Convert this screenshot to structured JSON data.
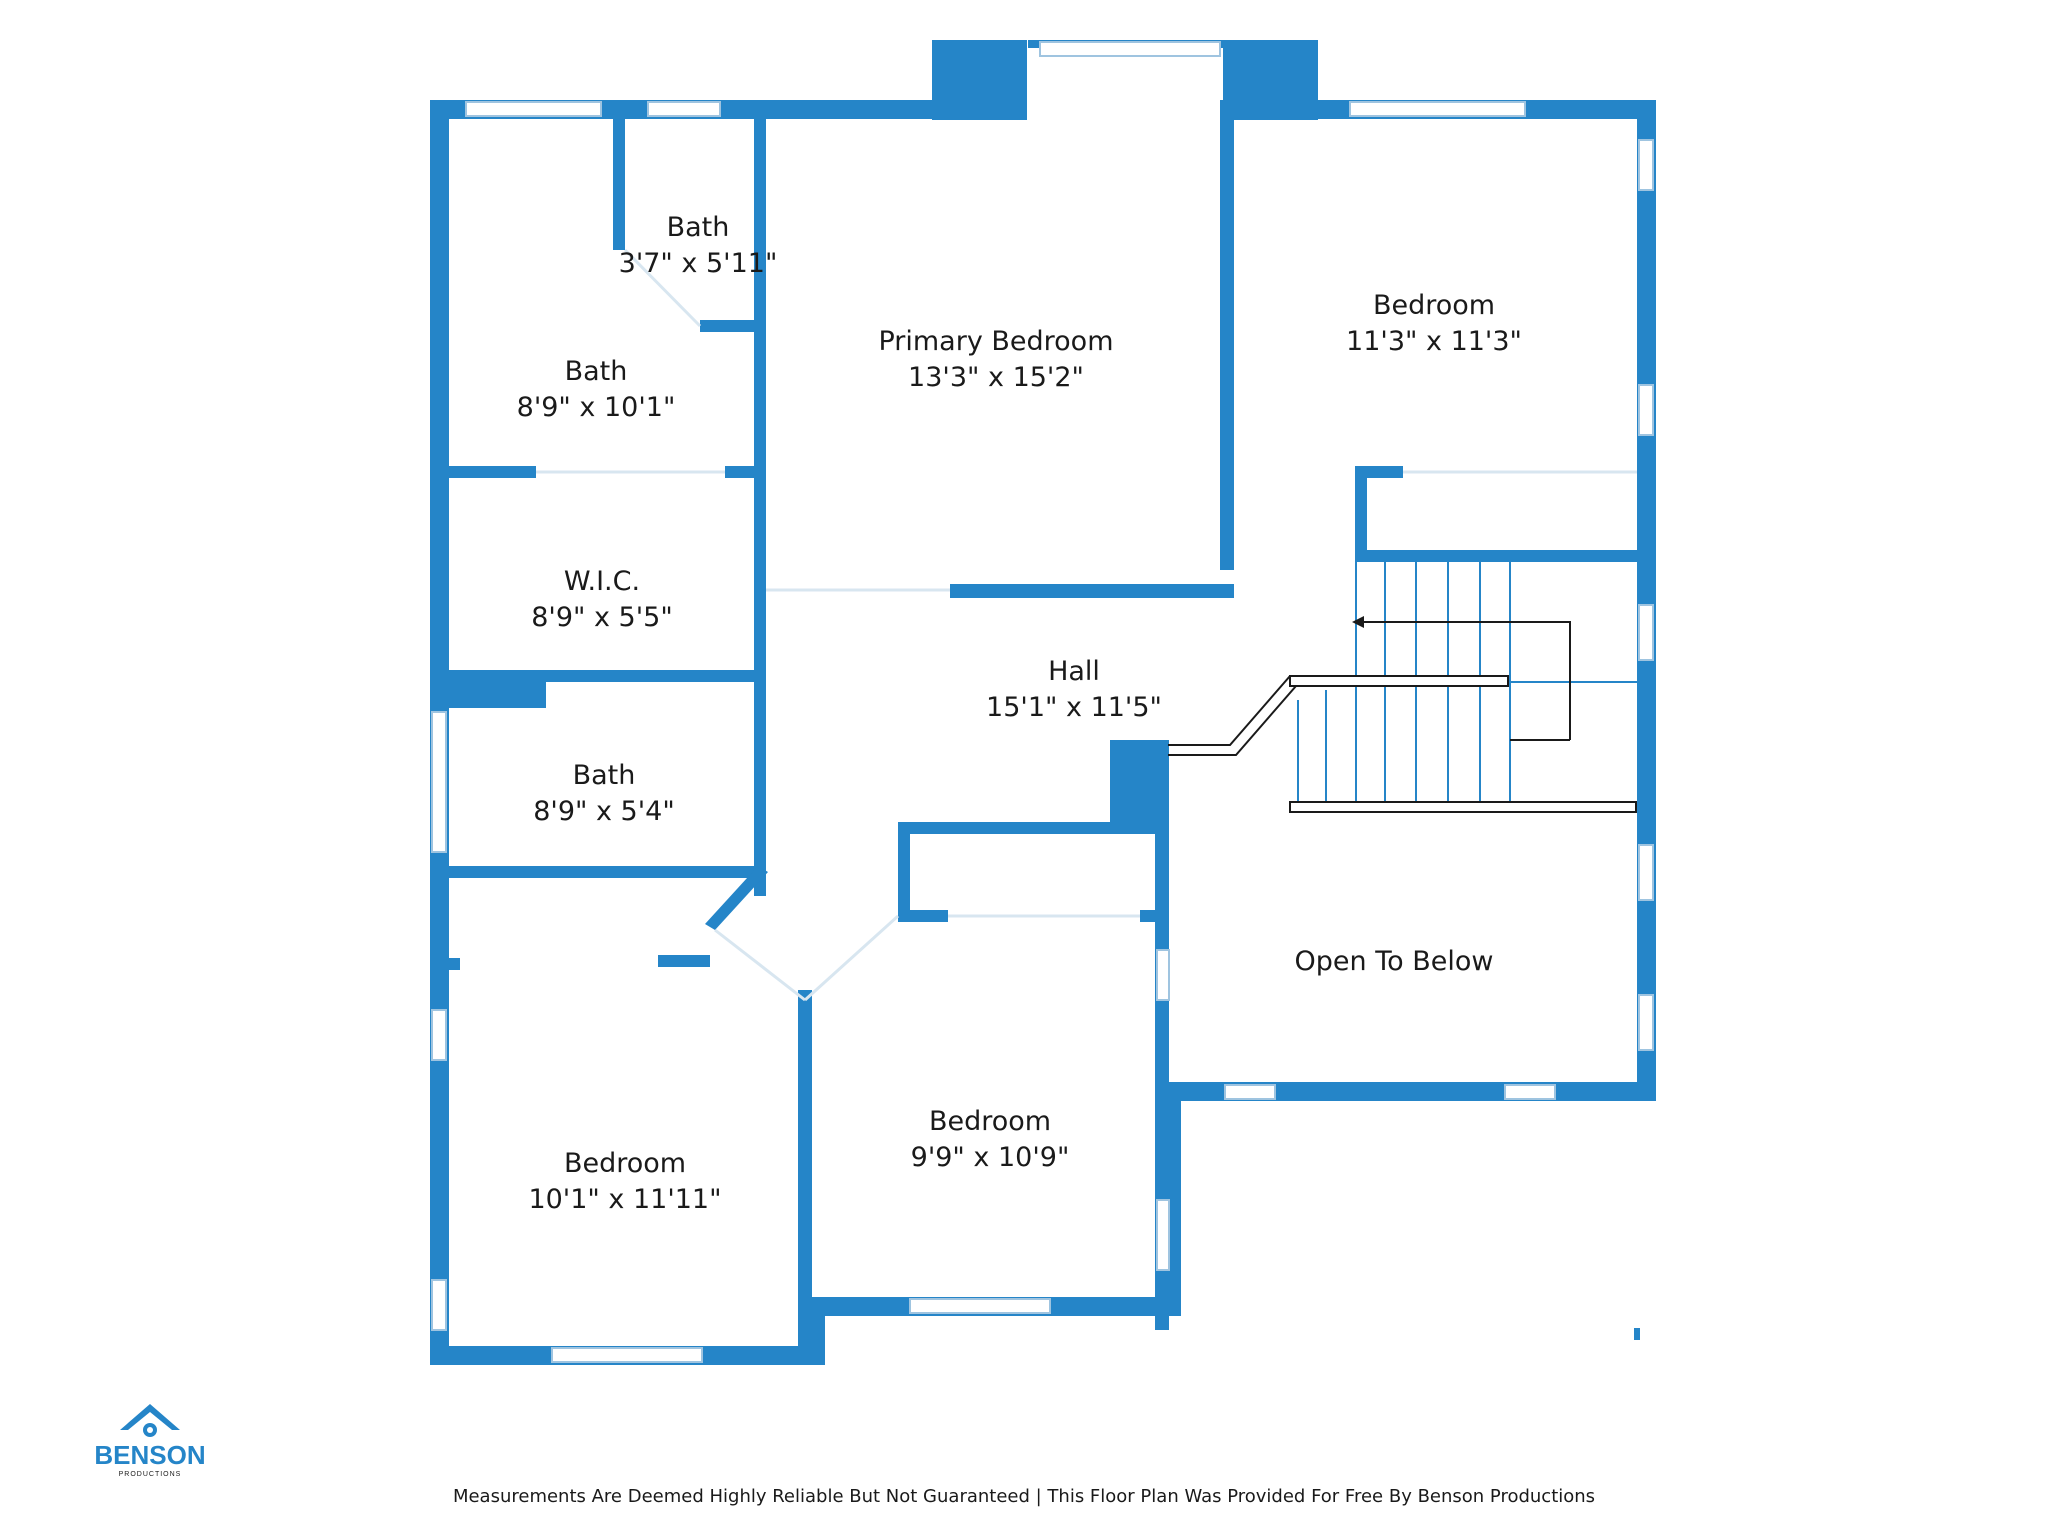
{
  "rooms": {
    "bath_small": {
      "name": "Bath",
      "dims": "3'7\" x 5'11\""
    },
    "bath_upper": {
      "name": "Bath",
      "dims": "8'9\" x 10'1\""
    },
    "primary": {
      "name": "Primary Bedroom",
      "dims": "13'3\" x 15'2\""
    },
    "bed_ne": {
      "name": "Bedroom",
      "dims": "11'3\" x 11'3\""
    },
    "wic": {
      "name": "W.I.C.",
      "dims": "8'9\" x 5'5\""
    },
    "hall": {
      "name": "Hall",
      "dims": "15'1\" x 11'5\""
    },
    "bath_lower": {
      "name": "Bath",
      "dims": "8'9\" x 5'4\""
    },
    "open": {
      "name": "Open To Below"
    },
    "bed_mid": {
      "name": "Bedroom",
      "dims": "9'9\" x 10'9\""
    },
    "bed_sw": {
      "name": "Bedroom",
      "dims": "10'1\" x 11'11\""
    }
  },
  "logo": {
    "brand": "BENSON",
    "sub": "PRODUCTIONS"
  },
  "disclaimer": "Measurements Are Deemed Highly Reliable But Not Guaranteed | This Floor Plan Was Provided For Free By Benson Productions",
  "colors": {
    "wall": "#2585c8",
    "window": "#9fc4e0",
    "text": "#1a1a1a"
  }
}
